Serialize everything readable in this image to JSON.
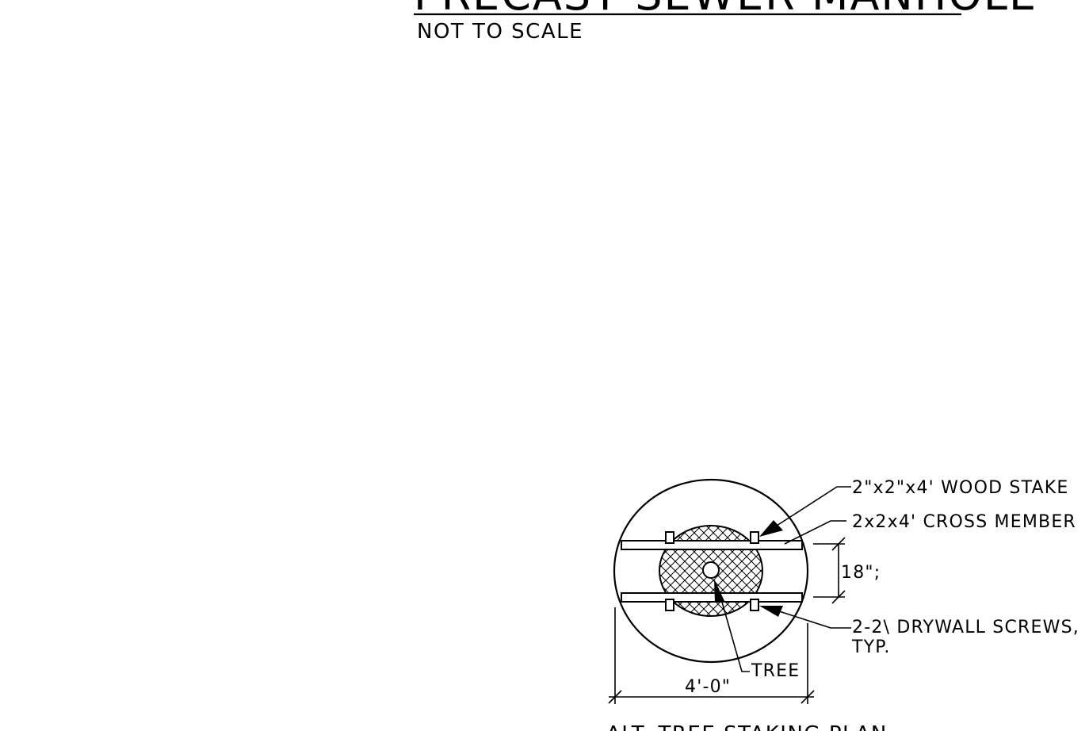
{
  "sheet": {
    "title": "PRECAST SEWER MANHOLE",
    "subtitle": "NOT TO SCALE"
  },
  "detail": {
    "caption": "ALT. TREE STAKING PLAN",
    "callouts": {
      "wood_stake": "2\"x2\"x4' WOOD STAKE",
      "cross_member": "2x2x4' CROSS MEMBER",
      "spacing": "18\";",
      "screws_line1": "2-2\\ DRYWALL SCREWS,",
      "screws_line2": "TYP.",
      "tree": "TREE",
      "width": "4'-0\""
    }
  },
  "colors": {
    "linework": "#000000",
    "background": "#ffffff"
  }
}
